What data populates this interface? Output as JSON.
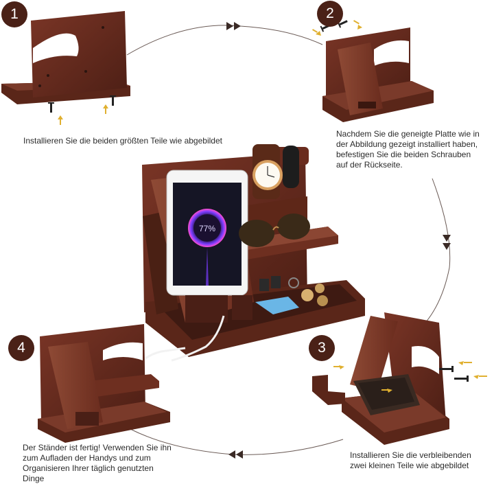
{
  "colors": {
    "wood_dark": "#4a1f16",
    "wood_mid": "#6b2e20",
    "wood_light": "#8a4430",
    "badge": "#4a2117",
    "arrow": "#3a2a25",
    "screw_arrow": "#e0b030"
  },
  "steps": [
    {
      "number": "1",
      "caption": [
        "Installieren Sie die beiden größten Teile wie abgebildet"
      ]
    },
    {
      "number": "2",
      "caption": [
        "Nachdem Sie die geneigte Platte wie in",
        "der Abbildung gezeigt installiert haben,",
        "befestigen Sie die beiden Schrauben",
        "auf der Rückseite."
      ]
    },
    {
      "number": "3",
      "caption": [
        "Installieren Sie die verbleibenden",
        "zwei kleinen Teile wie abgebildet"
      ]
    },
    {
      "number": "4",
      "caption": [
        "Der Ständer ist fertig! Verwenden Sie ihn",
        "zum Aufladen der Handys und zum",
        "Organisieren Ihrer täglich genutzten",
        "Dinge"
      ]
    }
  ],
  "phone": {
    "battery_text": "77%"
  },
  "icons": [
    "screw-icon",
    "arrow-up-icon",
    "double-chevron-right-icon",
    "double-chevron-down-icon",
    "double-chevron-left-icon"
  ]
}
